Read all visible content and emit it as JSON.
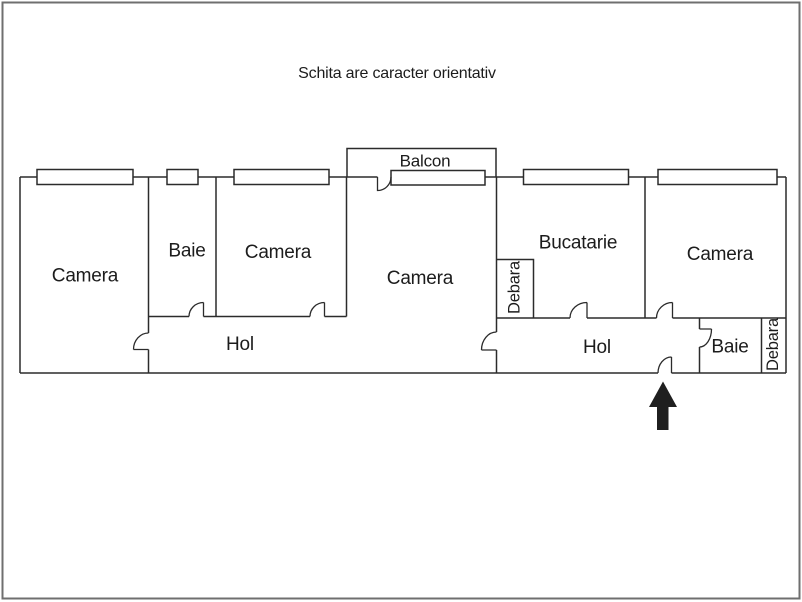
{
  "page": {
    "title": "Schita are caracter orientativ"
  },
  "rooms": {
    "camera_left": "Camera",
    "baie_left": "Baie",
    "camera_second": "Camera",
    "camera_center": "Camera",
    "balcon": "Balcon",
    "debara_center": "Debara",
    "bucatarie": "Bucatarie",
    "camera_right": "Camera",
    "hol_left": "Hol",
    "hol_right": "Hol",
    "baie_right": "Baie",
    "debara_right": "Debara"
  },
  "colors": {
    "wall": "#2b2b2b",
    "text": "#1c1c1c",
    "arrow": "#1f1f1f",
    "page_border": "#6f6f6f",
    "background": "#ffffff"
  }
}
